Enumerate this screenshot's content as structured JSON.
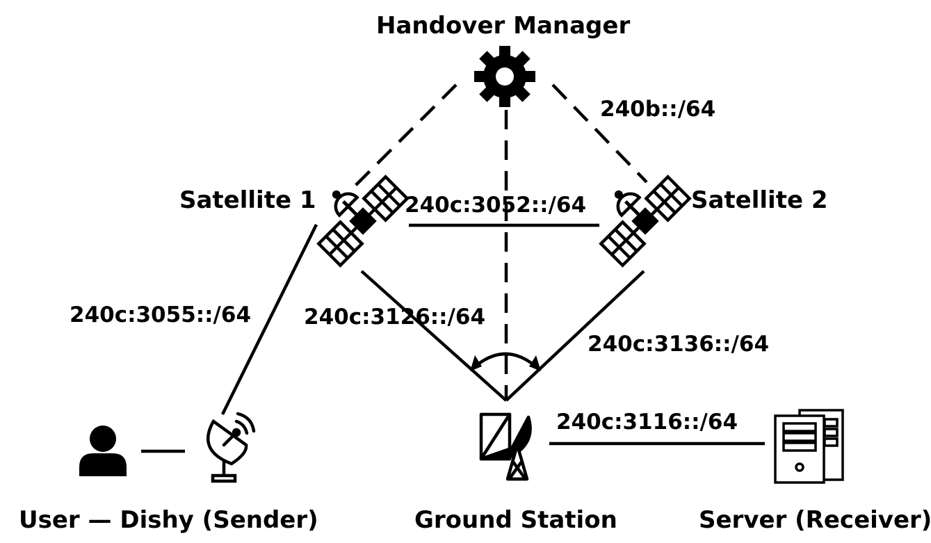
{
  "nodes": {
    "handover_manager": "Handover Manager",
    "satellite_1": "Satellite 1",
    "satellite_2": "Satellite 2",
    "user_dishy": "User — Dishy (Sender)",
    "ground_station": "Ground Station",
    "server": "Server (Receiver)"
  },
  "links": {
    "manager_subnet": "240b::/64",
    "isl": "240c:3052::/64",
    "user_sat1": "240c:3055::/64",
    "sat1_gs": "240c:3126::/64",
    "sat2_gs": "240c:3136::/64",
    "gs_server": "240c:3116::/64"
  },
  "icons": {
    "manager": "gear-icon",
    "satellite": "satellite-icon",
    "user": "user-icon",
    "dish": "satellite-dish-icon",
    "ground_station": "ground-station-icon",
    "server": "server-icon"
  }
}
